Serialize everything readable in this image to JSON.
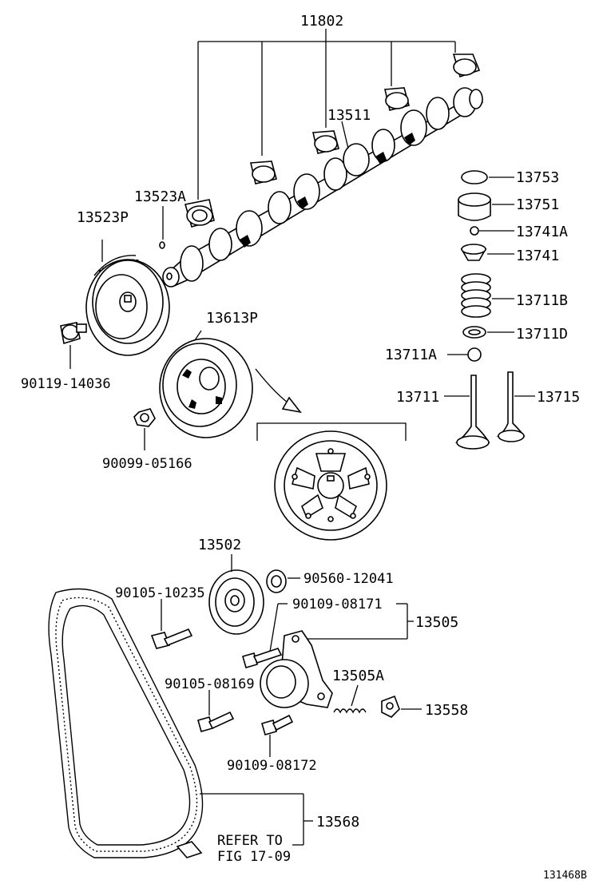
{
  "labels": {
    "p11802": "11802",
    "p13511": "13511",
    "p13523A": "13523A",
    "p13523P": "13523P",
    "p13753": "13753",
    "p13751": "13751",
    "p13741A": "13741A",
    "p13741": "13741",
    "p13711B": "13711B",
    "p13711D": "13711D",
    "p13711A": "13711A",
    "p13711": "13711",
    "p13715": "13715",
    "p90119": "90119-14036",
    "p13613P": "13613P",
    "p90099": "90099-05166",
    "p13502": "13502",
    "p90560": "90560-12041",
    "p90105a": "90105-10235",
    "p90109a": "90109-08171",
    "p13505": "13505",
    "p90105b": "90105-08169",
    "p13505A": "13505A",
    "p13558": "13558",
    "p90109b": "90109-08172",
    "p13568": "13568",
    "refer1": "REFER TO",
    "refer2": "FIG 17-09",
    "figno": "131468B"
  }
}
